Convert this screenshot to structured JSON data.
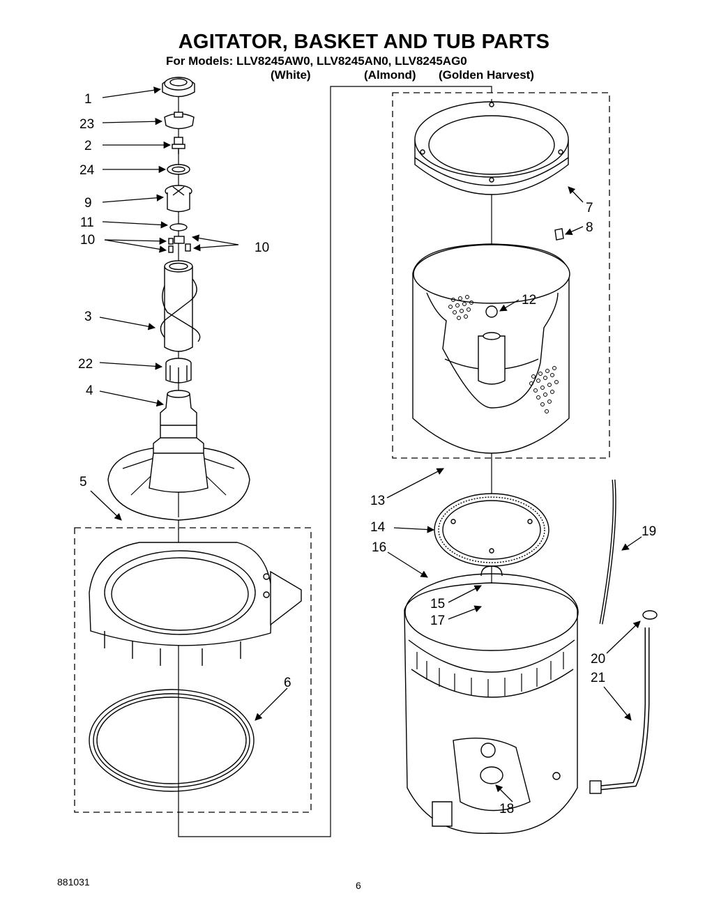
{
  "header": {
    "title": "AGITATOR, BASKET AND TUB PARTS",
    "models_line": "For Models: LLV8245AW0,  LLV8245AN0,  LLV8245AG0",
    "colors": [
      "(White)",
      "(Almond)",
      "(Golden Harvest)"
    ]
  },
  "callouts": [
    "1",
    "23",
    "2",
    "24",
    "9",
    "11",
    "10",
    "10",
    "3",
    "22",
    "4",
    "5",
    "6",
    "7",
    "8",
    "12",
    "13",
    "14",
    "16",
    "15",
    "17",
    "19",
    "20",
    "21",
    "18"
  ],
  "footer": {
    "doc_number": "881031",
    "page_number": "6"
  }
}
